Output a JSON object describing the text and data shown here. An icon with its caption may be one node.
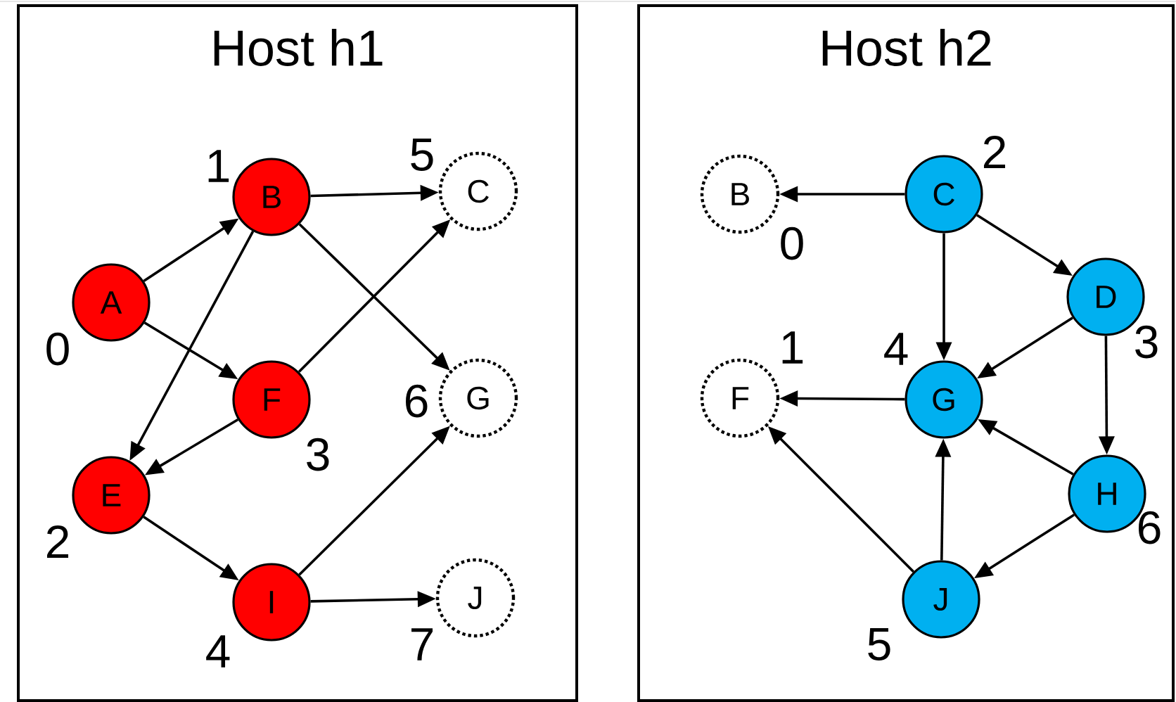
{
  "diagram": {
    "nodes": [
      {
        "text": [
          "Host h1"
        ]
      },
      {
        "text": [
          "A"
        ],
        "in": 0,
        "beside": [
          "0"
        ]
      },
      {
        "text": [
          "B"
        ],
        "in": 0,
        "beside": [
          "1"
        ]
      },
      {
        "text": [
          "E"
        ],
        "in": 0,
        "beside": [
          "2"
        ]
      },
      {
        "text": [
          "F"
        ],
        "in": 0,
        "beside": [
          "3"
        ]
      },
      {
        "text": [
          "I"
        ],
        "in": 0,
        "beside": [
          "4"
        ]
      },
      {
        "text": [
          "C"
        ],
        "in": 0,
        "beside": [
          "5"
        ]
      },
      {
        "text": [
          "G"
        ],
        "in": 0,
        "beside": [
          "6"
        ]
      },
      {
        "text": [
          "J"
        ],
        "in": 0,
        "beside": [
          "7"
        ]
      },
      {
        "text": [
          "Host h2"
        ]
      },
      {
        "text": [
          "B"
        ],
        "in": 9,
        "beside": [
          "0"
        ]
      },
      {
        "text": [
          "F"
        ],
        "in": 9,
        "beside": [
          "1"
        ]
      },
      {
        "text": [
          "C"
        ],
        "in": 9,
        "beside": [
          "2"
        ]
      },
      {
        "text": [
          "D"
        ],
        "in": 9,
        "beside": [
          "3"
        ]
      },
      {
        "text": [
          "G"
        ],
        "in": 9,
        "beside": [
          "4"
        ]
      },
      {
        "text": [
          "J"
        ],
        "in": 9,
        "beside": [
          "5"
        ]
      },
      {
        "text": [
          "H"
        ],
        "in": 9,
        "beside": [
          "6"
        ]
      }
    ],
    "edges": [
      {
        "from": 1,
        "to": 2,
        "arrow": "to"
      },
      {
        "from": 1,
        "to": 4,
        "arrow": "to"
      },
      {
        "from": 2,
        "to": 6,
        "arrow": "to"
      },
      {
        "from": 2,
        "to": 7,
        "arrow": "to"
      },
      {
        "from": 2,
        "to": 3,
        "arrow": "to"
      },
      {
        "from": 4,
        "to": 6,
        "arrow": "to"
      },
      {
        "from": 4,
        "to": 3,
        "arrow": "to"
      },
      {
        "from": 3,
        "to": 5,
        "arrow": "to"
      },
      {
        "from": 5,
        "to": 7,
        "arrow": "to"
      },
      {
        "from": 5,
        "to": 8,
        "arrow": "to"
      },
      {
        "from": 12,
        "to": 10,
        "arrow": "to"
      },
      {
        "from": 12,
        "to": 14,
        "arrow": "to"
      },
      {
        "from": 12,
        "to": 13,
        "arrow": "to"
      },
      {
        "from": 13,
        "to": 14,
        "arrow": "to"
      },
      {
        "from": 13,
        "to": 16,
        "arrow": "to"
      },
      {
        "from": 14,
        "to": 11,
        "arrow": "to"
      },
      {
        "from": 16,
        "to": 14,
        "arrow": "to"
      },
      {
        "from": 16,
        "to": 15,
        "arrow": "to"
      },
      {
        "from": 15,
        "to": 14,
        "arrow": "to"
      },
      {
        "from": 15,
        "to": 11,
        "arrow": "to"
      }
    ]
  }
}
